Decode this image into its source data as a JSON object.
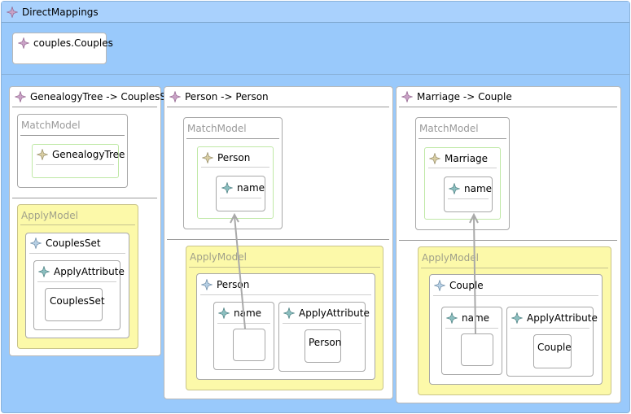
{
  "root": {
    "title": "DirectMappings"
  },
  "module": {
    "label": "couples.Couples"
  },
  "rules": [
    {
      "title": "GenealogyTree -> CouplesSet",
      "match_label": "MatchModel",
      "match_element": "GenealogyTree",
      "apply_label": "ApplyModel",
      "apply_element": "CouplesSet",
      "apply_attribute": "ApplyAttribute",
      "apply_value": "CouplesSet"
    },
    {
      "title": "Person -> Person",
      "match_label": "MatchModel",
      "match_element": "Person",
      "match_attribute": "name",
      "apply_label": "ApplyModel",
      "apply_element": "Person",
      "apply_attr_name": "name",
      "apply_attribute": "ApplyAttribute",
      "apply_value": "Person"
    },
    {
      "title": "Marriage -> Couple",
      "match_label": "MatchModel",
      "match_element": "Marriage",
      "match_attribute": "name",
      "apply_label": "ApplyModel",
      "apply_element": "Couple",
      "apply_attr_name": "name",
      "apply_attribute": "ApplyAttribute",
      "apply_value": "Couple"
    }
  ],
  "icons": {
    "rule": "rule-sparkle-icon",
    "match": "match-element-icon",
    "apply": "apply-element-icon",
    "attribute": "attribute-icon"
  },
  "colors": {
    "canvas": "#99c9fb",
    "apply_fill": "#fcf9a9",
    "match_border": "#bfe8a6",
    "rule_icon": "#c9a2c6",
    "match_icon": "#c5b98c",
    "apply_icon": "#8fb2cf",
    "attr_icon": "#6aa6a8"
  }
}
